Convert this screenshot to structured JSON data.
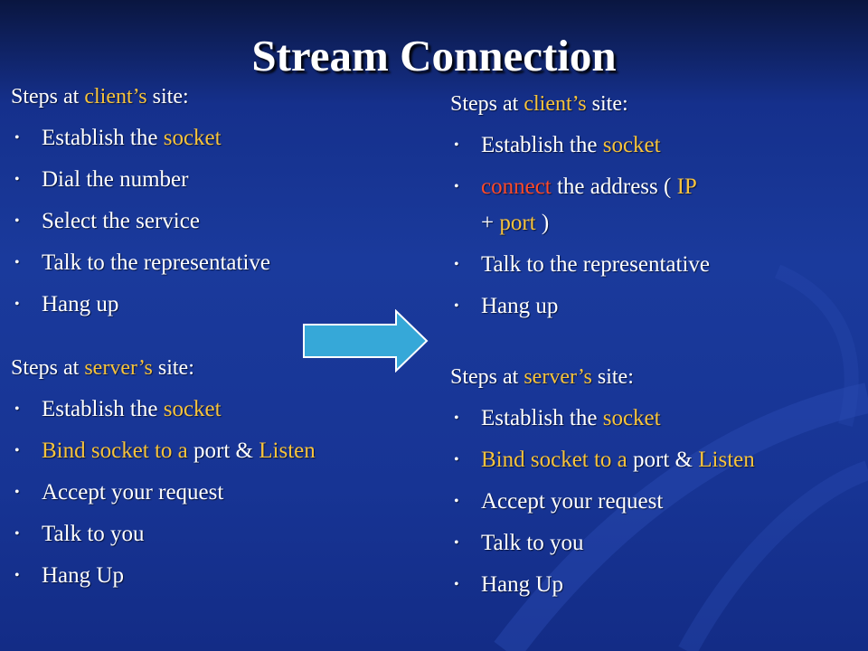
{
  "colors": {
    "highlight": "#f7c33c",
    "accent_red": "#ff4a2a",
    "arrow_fill": "#36a8d8"
  },
  "title": "Stream Connection",
  "left": {
    "client_heading": {
      "pre": "Steps at ",
      "hl": "client’s",
      "post": " site:"
    },
    "client_steps": [
      {
        "pre": "Establish the ",
        "hl": "socket"
      },
      {
        "text": "Dial the number"
      },
      {
        "text": "Select the service"
      },
      {
        "text": "Talk to the representative"
      },
      {
        "text": "Hang up"
      }
    ],
    "server_heading": {
      "pre": "Steps at ",
      "hl": "server’s",
      "post": " site:"
    },
    "server_steps": [
      {
        "pre": "Establish the ",
        "hl": "socket"
      },
      {
        "hl": "Bind socket to a",
        "mid": " port & ",
        "hl2": "Listen"
      },
      {
        "text": "Accept your request"
      },
      {
        "text": "Talk to you"
      },
      {
        "text": "Hang Up"
      }
    ]
  },
  "right": {
    "client_heading": {
      "pre": "Steps at ",
      "hl": "client’s",
      "post": " site:"
    },
    "client_steps": [
      {
        "pre": "Establish the ",
        "hl": "socket"
      },
      {
        "red": "connect",
        "mid": " the address ( ",
        "hl": "IP"
      },
      {
        "cont_pre": "+ ",
        "hl": "port",
        "cont_post": " )"
      },
      {
        "text": "Talk to the representative"
      },
      {
        "text": "Hang up"
      }
    ],
    "server_heading": {
      "pre": "Steps at ",
      "hl": "server’s",
      "post": " site:"
    },
    "server_steps": [
      {
        "pre": "Establish the ",
        "hl": "socket"
      },
      {
        "hl": "Bind socket to a",
        "mid": " port & ",
        "hl2": "Listen"
      },
      {
        "text": "Accept your request"
      },
      {
        "text": "Talk to you"
      },
      {
        "text": "Hang Up"
      }
    ]
  }
}
